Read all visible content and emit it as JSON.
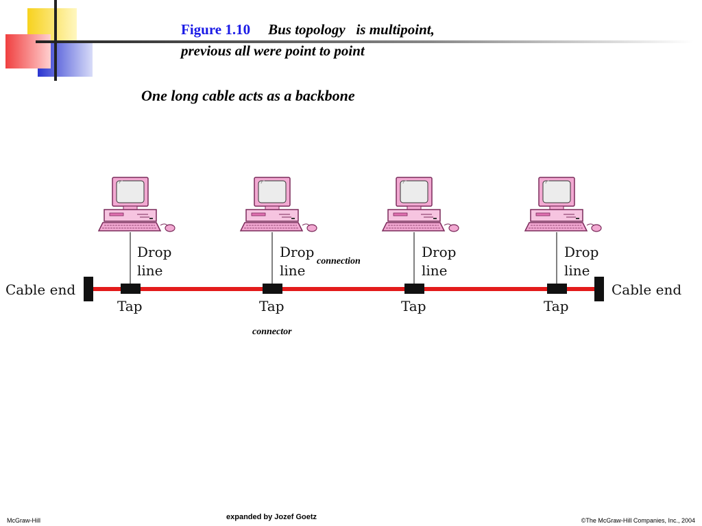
{
  "title": {
    "figure_label": "Figure 1.10",
    "line1_text": "Bus topology   is multipoint,",
    "line2_text": "previous all were point to point"
  },
  "subtitle": "One long cable acts as a backbone",
  "diagram": {
    "cable_end_left": "Cable end",
    "cable_end_right": "Cable end",
    "drop_line_word1": "Drop",
    "drop_line_word2": "line",
    "tap_label": "Tap",
    "station_count": 4,
    "colors": {
      "backbone": "#e31b1b",
      "computer": "#f2a9d2",
      "computer_outline": "#7a2a5a"
    }
  },
  "annotations": {
    "connection": "connection",
    "connector": "connector"
  },
  "footer": {
    "publisher": "McGraw-Hill",
    "credit": "expanded by Jozef Goetz",
    "copyright": "©The McGraw-Hill Companies, Inc., 2004"
  },
  "decoration_colors": {
    "yellow": "#f7d21e",
    "red": "#f04040",
    "blue": "#2a35d0"
  }
}
